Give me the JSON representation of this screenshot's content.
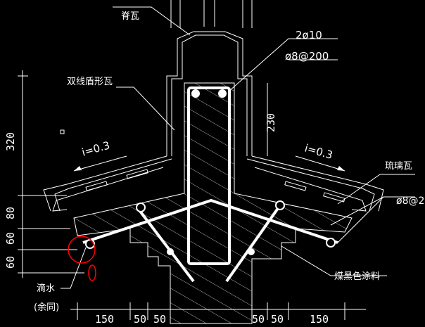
{
  "labels": {
    "ridge_tile": "脊瓦",
    "double_line_shield_tile": "双线盾形瓦",
    "rebar_main": "2ø10",
    "rebar_stirrup": "ø8@200",
    "slope_left": "i=0.3",
    "slope_right": "i=0.3",
    "glazed_tile": "琉璃瓦",
    "rebar_right_cut": "ø8@2",
    "coal_black_paint": "煤黑色涂料",
    "drip": "滴水",
    "drip_note": "(余同)"
  },
  "dimensions": {
    "height_230": "230",
    "height_320": "320",
    "height_80": "80",
    "height_60a": "60",
    "height_60b": "60",
    "bottom": [
      "150",
      "50",
      "50",
      "50",
      "50",
      "150"
    ]
  },
  "colors": {
    "background": "#000000",
    "lines": "#ffffff",
    "annotation": "#ff0000"
  }
}
